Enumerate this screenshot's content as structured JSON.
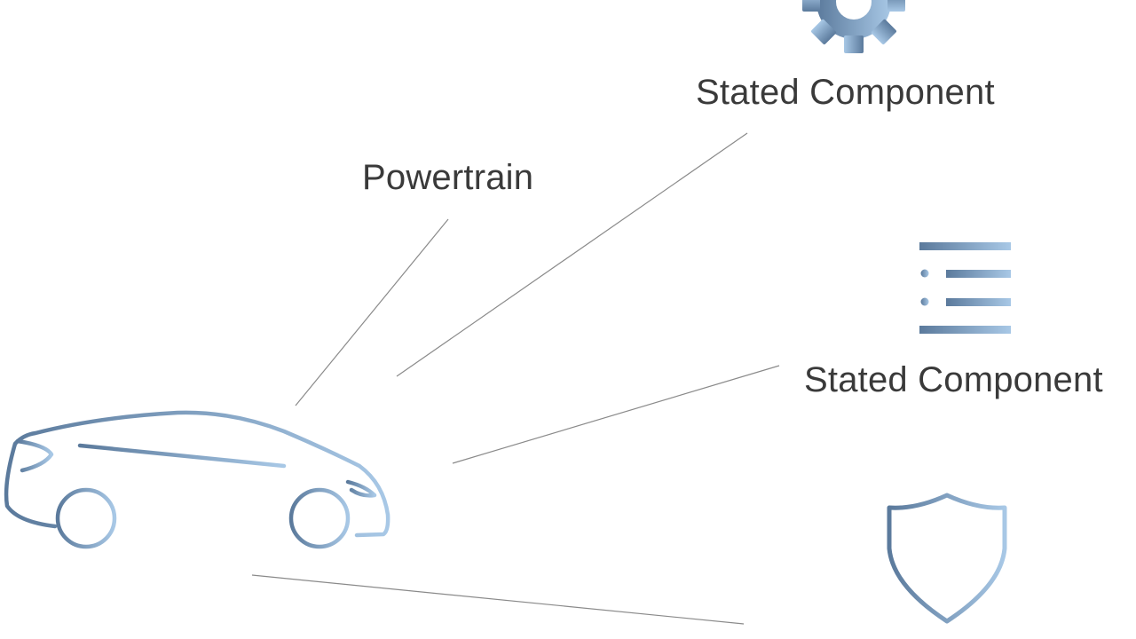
{
  "labels": {
    "powertrain": "Powertrain",
    "component_top": "Stated Component",
    "component_middle": "Stated Component"
  },
  "icons": {
    "gear": "gear-icon",
    "list": "list-icon",
    "shield": "shield-icon",
    "car": "car-icon"
  },
  "colors": {
    "gradient_dark": "#5b7a9c",
    "gradient_light": "#a8c8e6",
    "text": "#3a3a3a",
    "connector": "#8a8a8a"
  }
}
